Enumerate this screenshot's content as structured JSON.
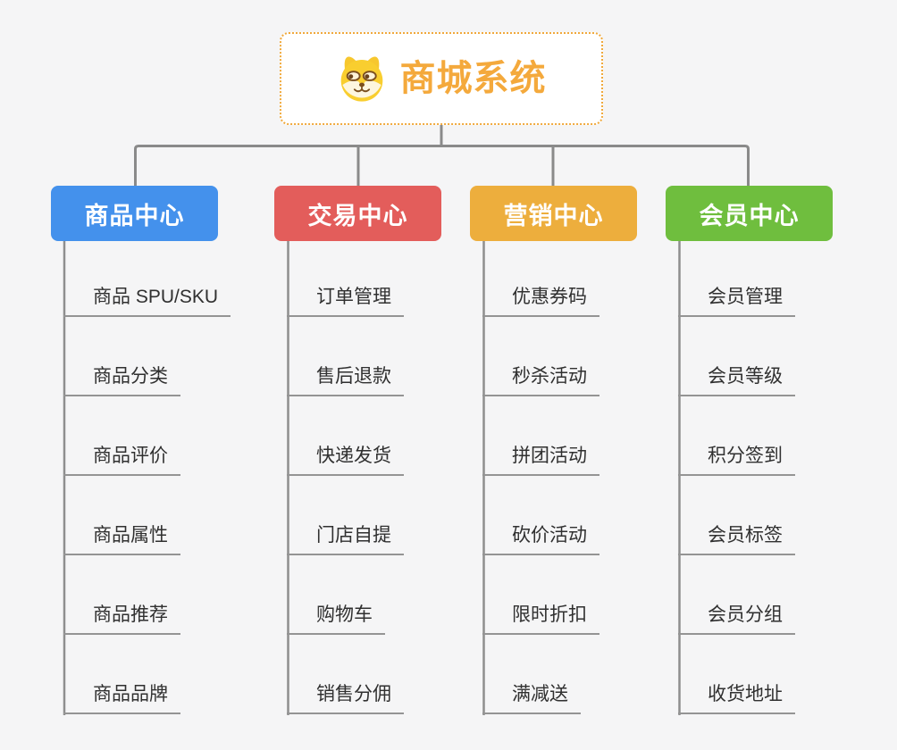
{
  "root": {
    "title": "商城系统",
    "icon": "shiba-dog-icon"
  },
  "branches": [
    {
      "label": "商品中心",
      "color": "#4491EC",
      "children": [
        "商品 SPU/SKU",
        "商品分类",
        "商品评价",
        "商品属性",
        "商品推荐",
        "商品品牌"
      ]
    },
    {
      "label": "交易中心",
      "color": "#E35D5B",
      "children": [
        "订单管理",
        "售后退款",
        "快递发货",
        "门店自提",
        "购物车",
        "销售分佣"
      ]
    },
    {
      "label": "营销中心",
      "color": "#EDAE3D",
      "children": [
        "优惠券码",
        "秒杀活动",
        "拼团活动",
        "砍价活动",
        "限时折扣",
        "满减送"
      ]
    },
    {
      "label": "会员中心",
      "color": "#6FBE3E",
      "children": [
        "会员管理",
        "会员等级",
        "积分签到",
        "会员标签",
        "会员分组",
        "收货地址"
      ]
    }
  ],
  "colors": {
    "background": "#F5F5F6",
    "connector_line": "#8A8A8A",
    "leaf_underline": "#949494",
    "leaf_text": "#303030",
    "root_border": "#F0A93C",
    "root_text": "#F4A93C",
    "node_text": "#FFFFFF"
  }
}
